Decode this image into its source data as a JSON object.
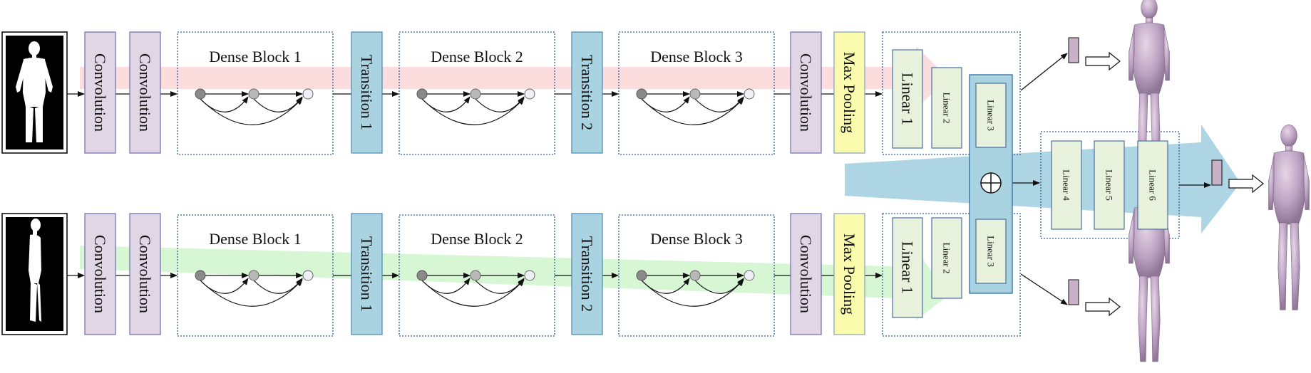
{
  "colors": {
    "conv": "#e0d6e6",
    "transition": "#a9d3e1",
    "maxpool": "#fbfbae",
    "linear": "#e8f1dc",
    "fusion": "#a9d3e1",
    "band_top": "#fbd9d9",
    "band_bottom": "#d3f5cf",
    "band_merge": "#a9d3e1",
    "output_bar": "#c9b1c7"
  },
  "icons": {
    "front_silhouette": "human-front-silhouette-icon",
    "side_silhouette": "human-side-silhouette-icon",
    "body_model": "human-3d-body-icon",
    "fusion": "circle-plus-icon",
    "output_arrow": "hollow-right-arrow-icon"
  },
  "top_branch": {
    "conv_1": "Convolution",
    "conv_2": "Convolution",
    "dense_1": "Dense Block 1",
    "transition_1": "Transition 1",
    "dense_2": "Dense Block 2",
    "transition_2": "Transition 2",
    "dense_3": "Dense Block 3",
    "conv_3": "Convolution",
    "max_pool": "Max Pooling",
    "linear_1": "Linear 1",
    "linear_2": "Linear 2"
  },
  "bottom_branch": {
    "conv_1": "Convolution",
    "conv_2": "Convolution",
    "dense_1": "Dense Block 1",
    "transition_1": "Transition 1",
    "dense_2": "Dense Block 2",
    "transition_2": "Transition 2",
    "dense_3": "Dense Block 3",
    "conv_3": "Convolution",
    "max_pool": "Max Pooling",
    "linear_1": "Linear 1",
    "linear_2": "Linear 2"
  },
  "fusion": {
    "linear_3_top": "Linear 3",
    "linear_3_bottom": "Linear 3"
  },
  "merged": {
    "linear_4": "Linear 4",
    "linear_5": "Linear 5",
    "linear_6": "Linear 6"
  }
}
